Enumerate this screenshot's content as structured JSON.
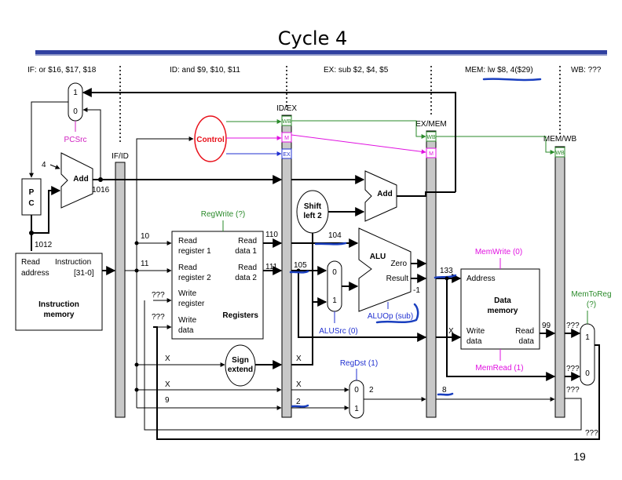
{
  "slide": {
    "title": "Cycle 4",
    "page_number": "19",
    "accent_color": "#3040a0"
  },
  "stages": {
    "if": "IF: or $16, $17, $18",
    "id": "ID: and $9, $10, $11",
    "ex": "EX: sub $2, $4, $5",
    "mem": "MEM: lw $8, 4($29)",
    "wb": "WB: ???"
  },
  "pipeline_registers": {
    "ifid": "IF/ID",
    "idex": "ID/EX",
    "exmem": "EX/MEM",
    "memwb": "MEM/WB"
  },
  "control_fields": {
    "wb": "WB",
    "m": "M",
    "ex": "EX"
  },
  "units": {
    "pc_top": "P",
    "pc_bottom": "C",
    "add": "Add",
    "add_ex": "Add",
    "control": "Control",
    "shift_top": "Shift",
    "shift_bottom": "left 2",
    "alu": "ALU",
    "alu_zero": "Zero",
    "alu_result": "Result",
    "sign_top": "Sign",
    "sign_bottom": "extend",
    "registers": "Registers",
    "instr_mem_read": "Read",
    "instr_mem_address": "address",
    "instr_mem_instruction": "Instruction",
    "instr_mem_bits": "[31-0]",
    "instr_mem_title_1": "Instruction",
    "instr_mem_title_2": "memory",
    "data_mem_address": "Address",
    "data_mem_title_1": "Data",
    "data_mem_title_2": "memory",
    "data_mem_write_1": "Write",
    "data_mem_write_2": "data",
    "data_mem_read_1": "Read",
    "data_mem_read_2": "data",
    "reg_read1_1": "Read",
    "reg_read1_2": "register 1",
    "reg_read2_1": "Read",
    "reg_read2_2": "register 2",
    "reg_write_1": "Write",
    "reg_write_2": "register",
    "reg_wdata_1": "Write",
    "reg_wdata_2": "data",
    "reg_data1_1": "Read",
    "reg_data1_2": "data 1",
    "reg_data2_1": "Read",
    "reg_data2_2": "data 2"
  },
  "control_signals": {
    "pcsrc": "PCSrc",
    "regwrite": "RegWrite (?)",
    "memwrite": "MemWrite (0)",
    "memtoreg_1": "MemToReg",
    "memtoreg_2": "(?)",
    "alusrc": "ALUSrc (0)",
    "aluop": "ALUOp (sub)",
    "regdst": "RegDst (1)",
    "memread": "MemRead (1)"
  },
  "mux_labels": {
    "pcmux_1": "1",
    "pcmux_0": "0",
    "alumux_0": "0",
    "alumux_1": "1",
    "regdstmux_0": "0",
    "regdstmux_1": "1",
    "wbmux_1": "1",
    "wbmux_0": "0"
  },
  "values": {
    "const_4": "4",
    "pc_plus4": "1016",
    "pc": "1012",
    "rs": "10",
    "rt": "11",
    "write_reg": "???",
    "write_data": "???",
    "read_data1": "110",
    "read_data2": "111",
    "ex_a": "104",
    "ex_b": "105",
    "sign_in": "X",
    "sign_out": "X",
    "rt_field": "X",
    "rd_field": "9",
    "ex_rt": "X",
    "ex_rd": "2",
    "regdst_out": "2",
    "alu_result_mem": "133",
    "alu_result_mem_label": "-1",
    "mem_write_data": "X",
    "mem_dest": "8",
    "wb_read": "99",
    "wb_read_q": "???",
    "wb_alu_q": "???",
    "wb_dest_q": "???",
    "wb_bottom_q": "???"
  },
  "colors": {
    "control_red": "#e8101a",
    "wb_green": "#2a8a2a",
    "m_magenta": "#e010e0",
    "ex_blue": "#2030d0",
    "pcsrc_magenta": "#d020c0",
    "annot_blue": "#1a3fbf"
  }
}
